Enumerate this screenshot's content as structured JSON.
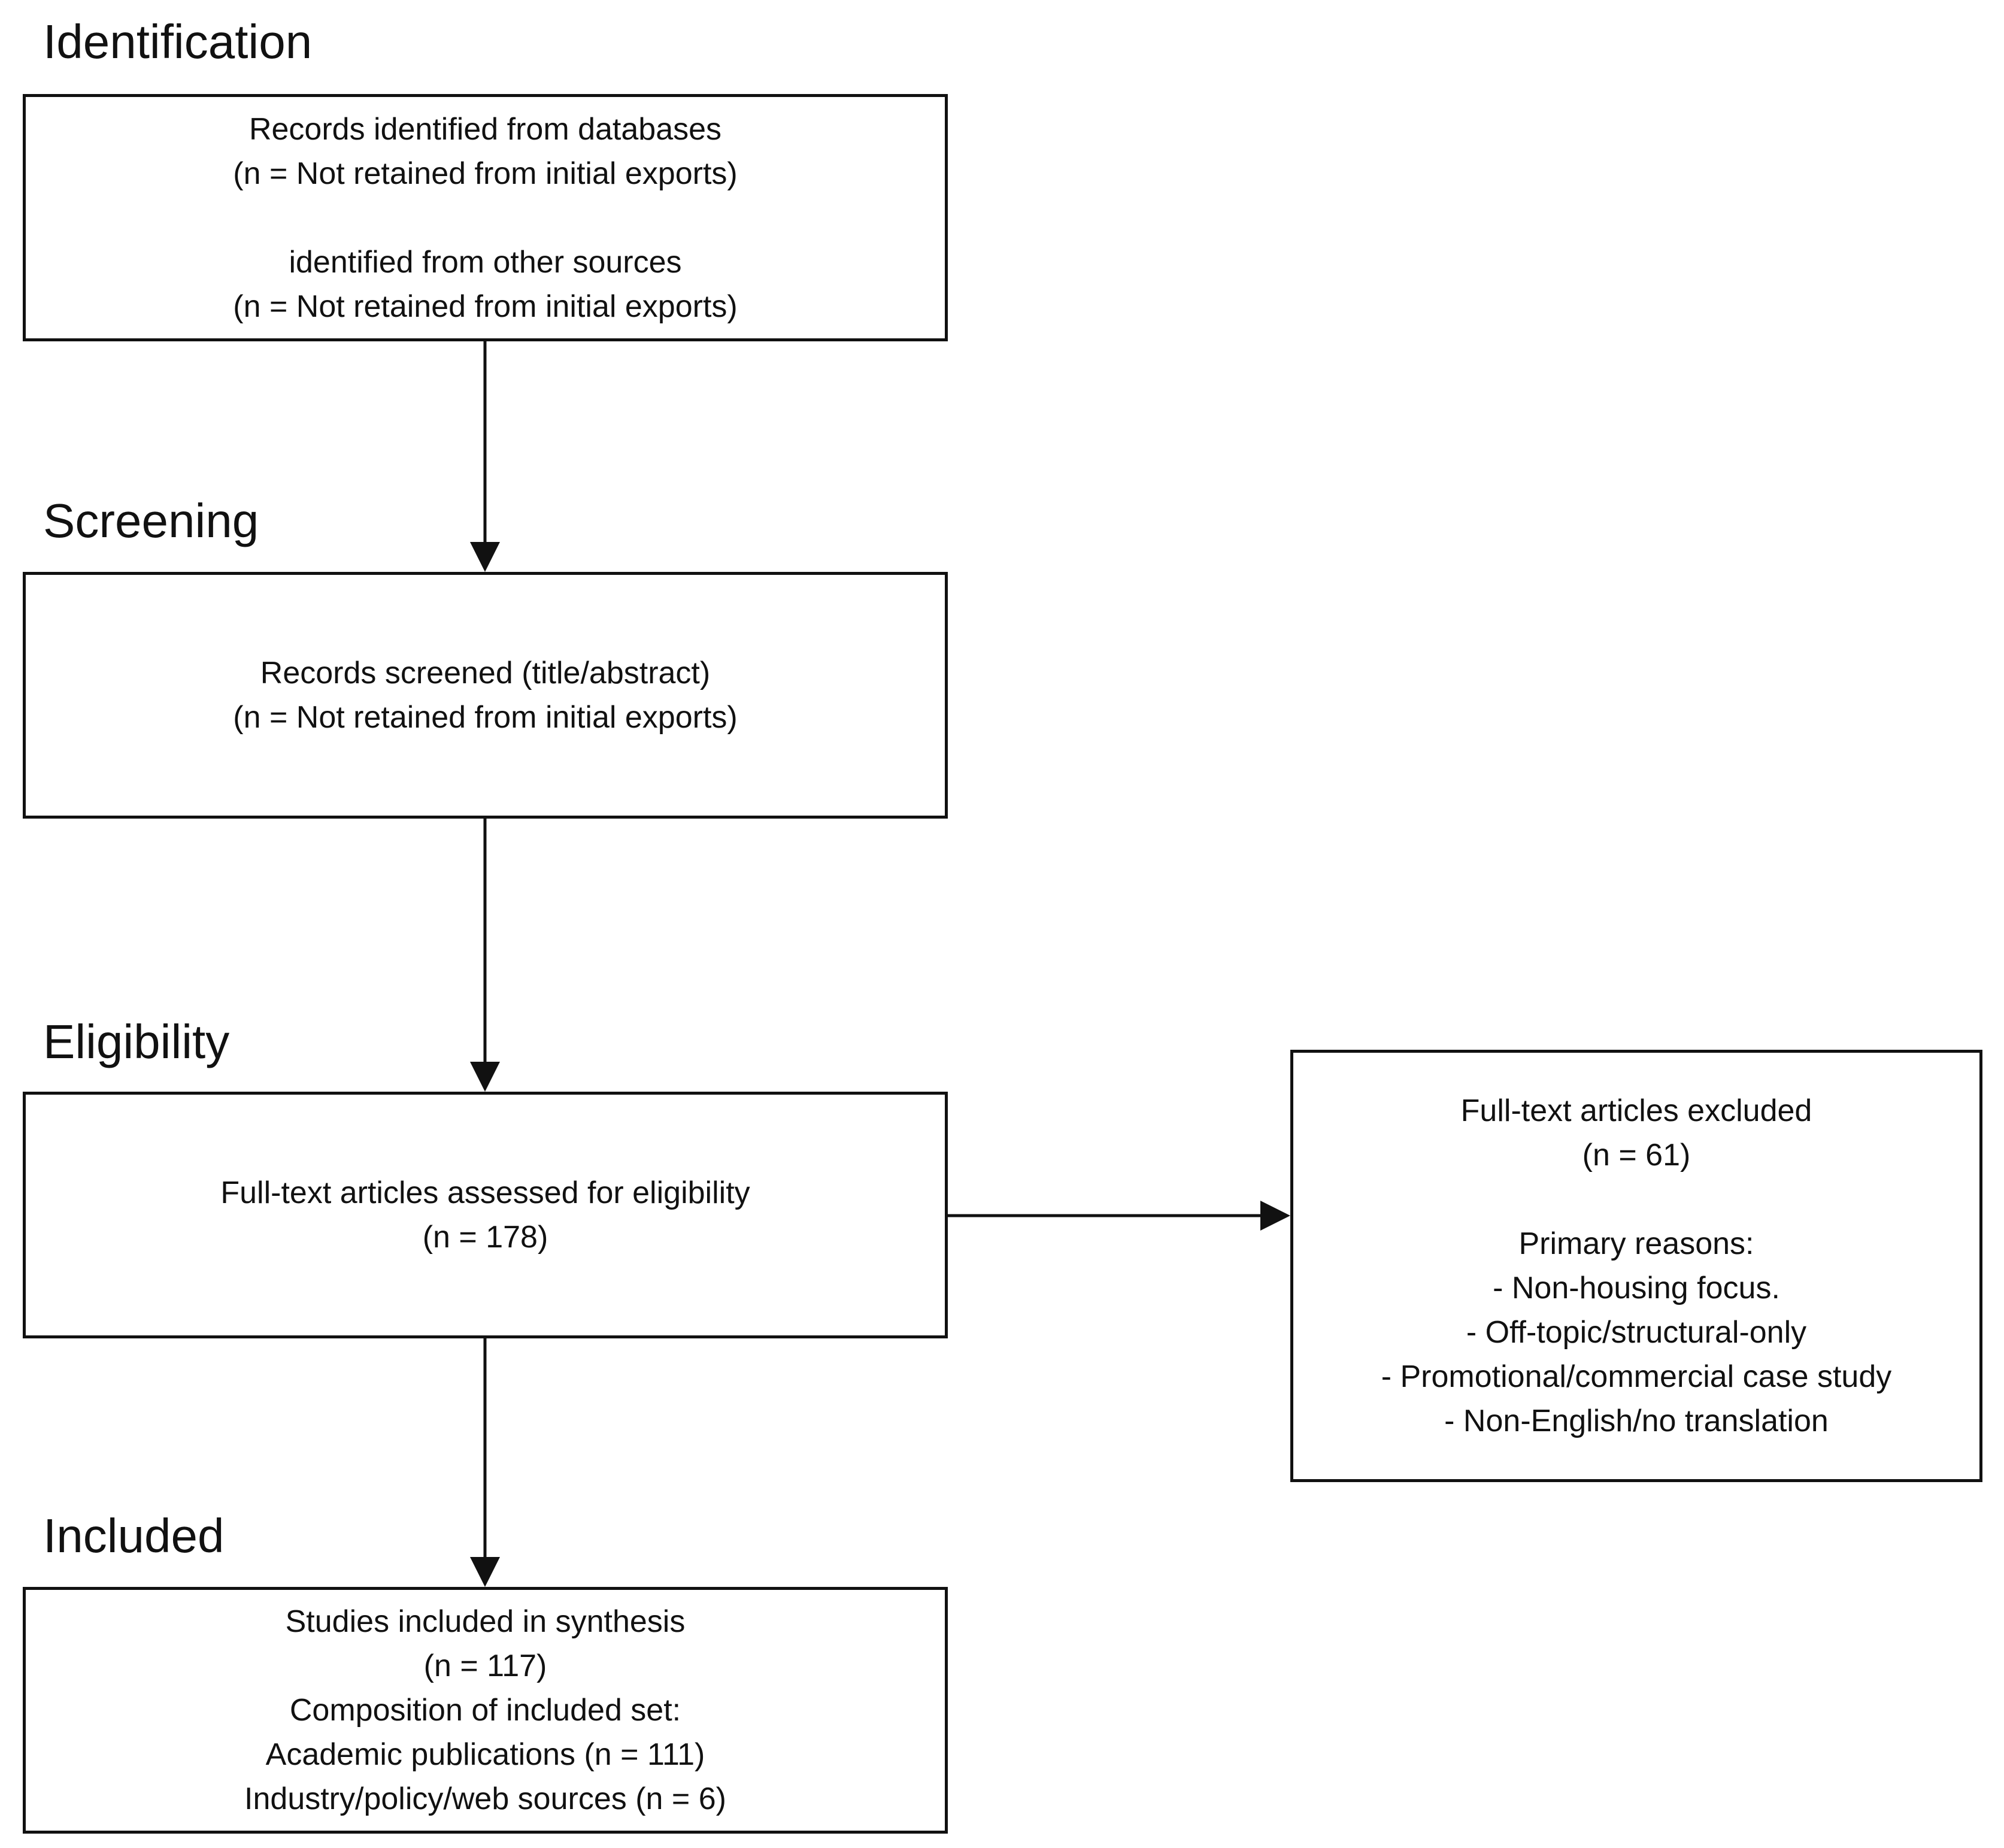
{
  "stages": {
    "identification": "Identification",
    "screening": "Screening",
    "eligibility": "Eligibility",
    "included": "Included"
  },
  "identification_box": {
    "db_label": "Records identified from databases",
    "db_count": "(n = Not retained from initial exports)",
    "other_label": "identified from other sources",
    "other_count": "(n = Not retained from initial exports)"
  },
  "screening_box": {
    "label": "Records screened (title/abstract)",
    "count": "(n = Not retained from initial exports)"
  },
  "eligibility_box": {
    "label": "Full-text articles assessed for eligibility",
    "count": "(n = 178)"
  },
  "excluded_box": {
    "label": "Full-text articles excluded",
    "count": "(n = 61)",
    "reasons_title": "Primary reasons:",
    "reasons": [
      "- Non-housing focus.",
      "- Off-topic/structural-only",
      "- Promotional/commercial case study",
      "- Non-English/no translation"
    ]
  },
  "included_box": {
    "label": "Studies included in synthesis",
    "count": "(n = 117)",
    "composition_title": "Composition of included set:",
    "composition": [
      "Academic publications (n = 111)",
      "Industry/policy/web sources (n = 6)"
    ]
  }
}
